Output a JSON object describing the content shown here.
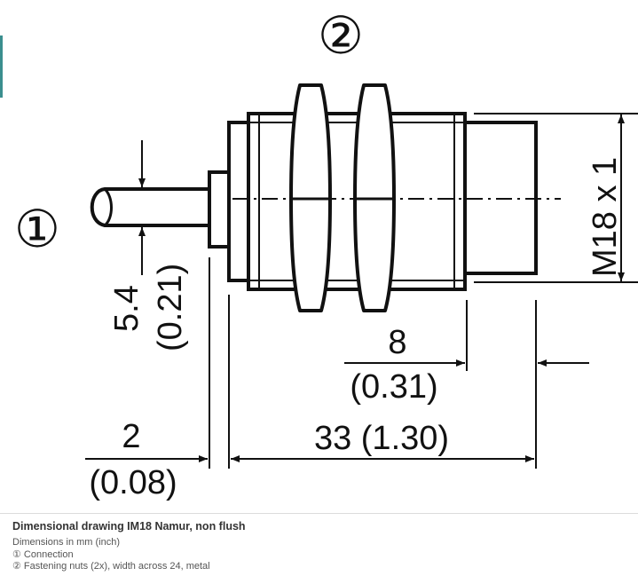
{
  "drawing": {
    "callouts": {
      "connection": "①",
      "nuts": "②"
    },
    "dimensions": {
      "cable_diameter": {
        "mm": "5.4",
        "inch": "(0.21)"
      },
      "sensing_face": {
        "mm": "8",
        "inch": "(0.31)"
      },
      "thread_start": {
        "mm": "2",
        "inch": "(0.08)"
      },
      "housing_length": {
        "mm": "33",
        "inch": "(1.30)"
      },
      "thread": "M18 x 1"
    }
  },
  "caption": {
    "title": "Dimensional drawing IM18 Namur, non flush",
    "units": "Dimensions in mm (inch)",
    "notes": [
      "① Connection",
      "② Fastening nuts (2x), width across 24, metal"
    ]
  },
  "colors": {
    "line": "#111111",
    "accent": "#3b8f8f"
  }
}
